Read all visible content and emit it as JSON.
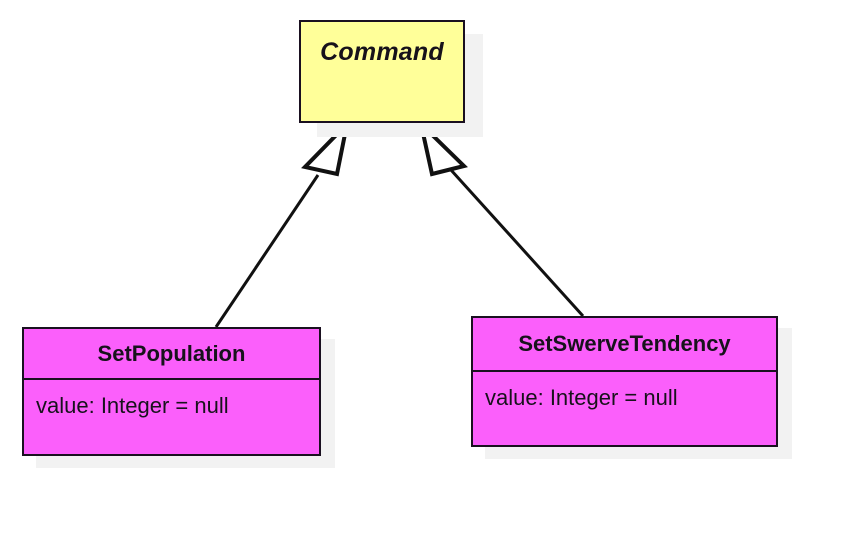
{
  "diagram": {
    "type": "uml-class-diagram",
    "notation": "UML generalization (inheritance)",
    "background_color": "#ffffff",
    "border_color": "#1a1020",
    "shadow_color": "#f2f2f2",
    "classes": [
      {
        "id": "command",
        "name": "Command",
        "stereotype": "abstract",
        "is_abstract": true,
        "fill_color": "#ffff99",
        "attributes": []
      },
      {
        "id": "setpopulation",
        "name": "SetPopulation",
        "is_abstract": false,
        "fill_color": "#fb5ffb",
        "attributes": [
          {
            "text": "value: Integer = null",
            "name": "value",
            "type": "Integer",
            "default": "null"
          }
        ]
      },
      {
        "id": "setswervetendency",
        "name": "SetSwerveTendency",
        "is_abstract": false,
        "fill_color": "#fb5ffb",
        "attributes": [
          {
            "text": "value: Integer = null",
            "name": "value",
            "type": "Integer",
            "default": "null"
          }
        ]
      }
    ],
    "relationships": [
      {
        "id": "gen-setpopulation-command",
        "kind": "generalization",
        "source": "SetPopulation",
        "target": "Command",
        "arrowhead": "hollow-triangle"
      },
      {
        "id": "gen-setswervetendency-command",
        "kind": "generalization",
        "source": "SetSwerveTendency",
        "target": "Command",
        "arrowhead": "hollow-triangle"
      }
    ]
  }
}
